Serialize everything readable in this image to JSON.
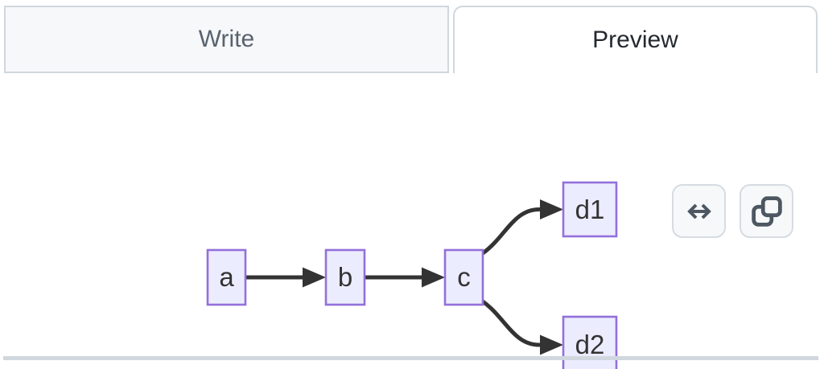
{
  "tabs": {
    "write": {
      "label": "Write",
      "active": false
    },
    "preview": {
      "label": "Preview",
      "active": true
    }
  },
  "toolbar": {
    "buttons": [
      {
        "name": "expand-diagram",
        "icon": "horizontal-arrows-icon"
      },
      {
        "name": "copy-diagram",
        "icon": "copy-icon"
      }
    ]
  },
  "diagram": {
    "type": "flowchart",
    "direction": "left-to-right",
    "nodes": [
      {
        "id": "a",
        "label": "a"
      },
      {
        "id": "b",
        "label": "b"
      },
      {
        "id": "c",
        "label": "c"
      },
      {
        "id": "d1",
        "label": "d1"
      },
      {
        "id": "d2",
        "label": "d2"
      }
    ],
    "edges": [
      {
        "from": "a",
        "to": "b"
      },
      {
        "from": "b",
        "to": "c"
      },
      {
        "from": "c",
        "to": "d1"
      },
      {
        "from": "c",
        "to": "d2"
      }
    ],
    "colors": {
      "node_fill": "#ECECFF",
      "node_border": "#9370DB",
      "edge": "#333333",
      "label": "#333333"
    }
  },
  "ui_colors": {
    "tab_inactive_bg": "#f6f8fa",
    "tab_border": "#d0d7de",
    "tab_inactive_fg": "#59636e",
    "tab_active_fg": "#24292f",
    "button_icon": "#4d5761",
    "divider": "#d0d7de"
  }
}
